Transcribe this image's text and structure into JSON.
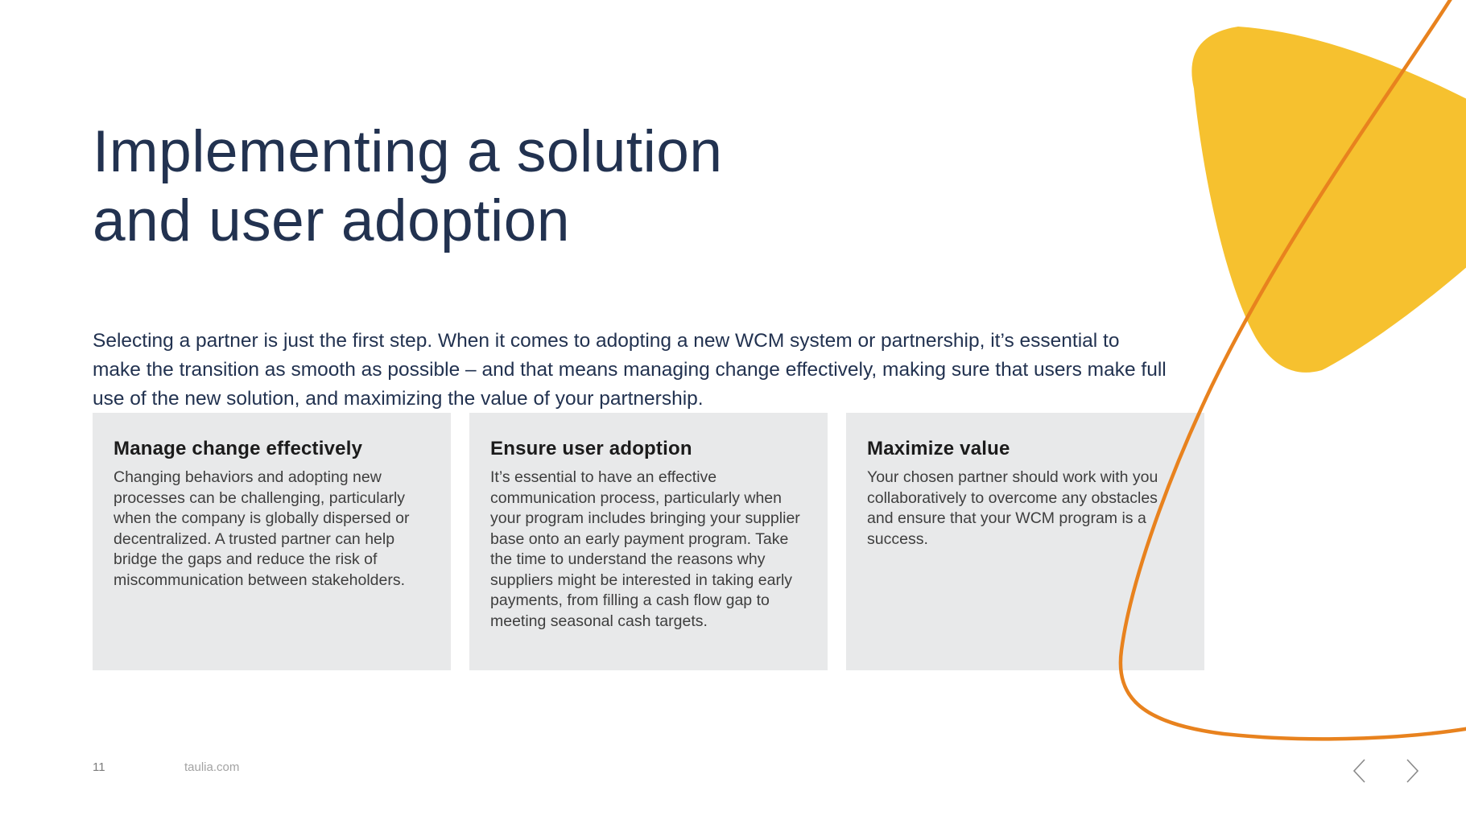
{
  "slide": {
    "title_lines": [
      "Implementing a solution",
      "and user adoption"
    ],
    "intro": "Selecting a partner is just the first step. When it comes to adopting a new WCM system or partnership, it’s essential to make the transition as smooth as possible – and that means managing change effectively, making sure that users make full use of the new solution, and maximizing the value of your partnership."
  },
  "cards": [
    {
      "heading": "Manage change effectively",
      "body": "Changing behaviors and adopting new processes can be challenging, particularly when the company is globally dispersed or decentralized. A trusted partner can help bridge the gaps and reduce the risk of miscommunication between stakeholders."
    },
    {
      "heading": "Ensure user adoption",
      "body": "It’s essential to have an effective communication process, particularly when your program includes bringing your supplier base onto an early payment program. Take the time to understand the reasons why suppliers might be interested in taking early payments, from filling a cash flow gap to meeting seasonal cash targets."
    },
    {
      "heading": "Maximize value",
      "body": "Your chosen partner should work with you collaboratively to overcome any obstacles and ensure that your WCM program is a success."
    }
  ],
  "footer": {
    "page_number": "11",
    "website": "taulia.com"
  },
  "icons": {
    "prev": "chevron-left",
    "next": "chevron-right"
  },
  "colors": {
    "brand_yellow": "#F6C12F",
    "brand_orange": "#E8821E",
    "card_background": "#E8E9EA",
    "heading_navy": "#223250",
    "footer_gray": "#7C7C7C",
    "chevron_gray": "#8A8A8A"
  }
}
